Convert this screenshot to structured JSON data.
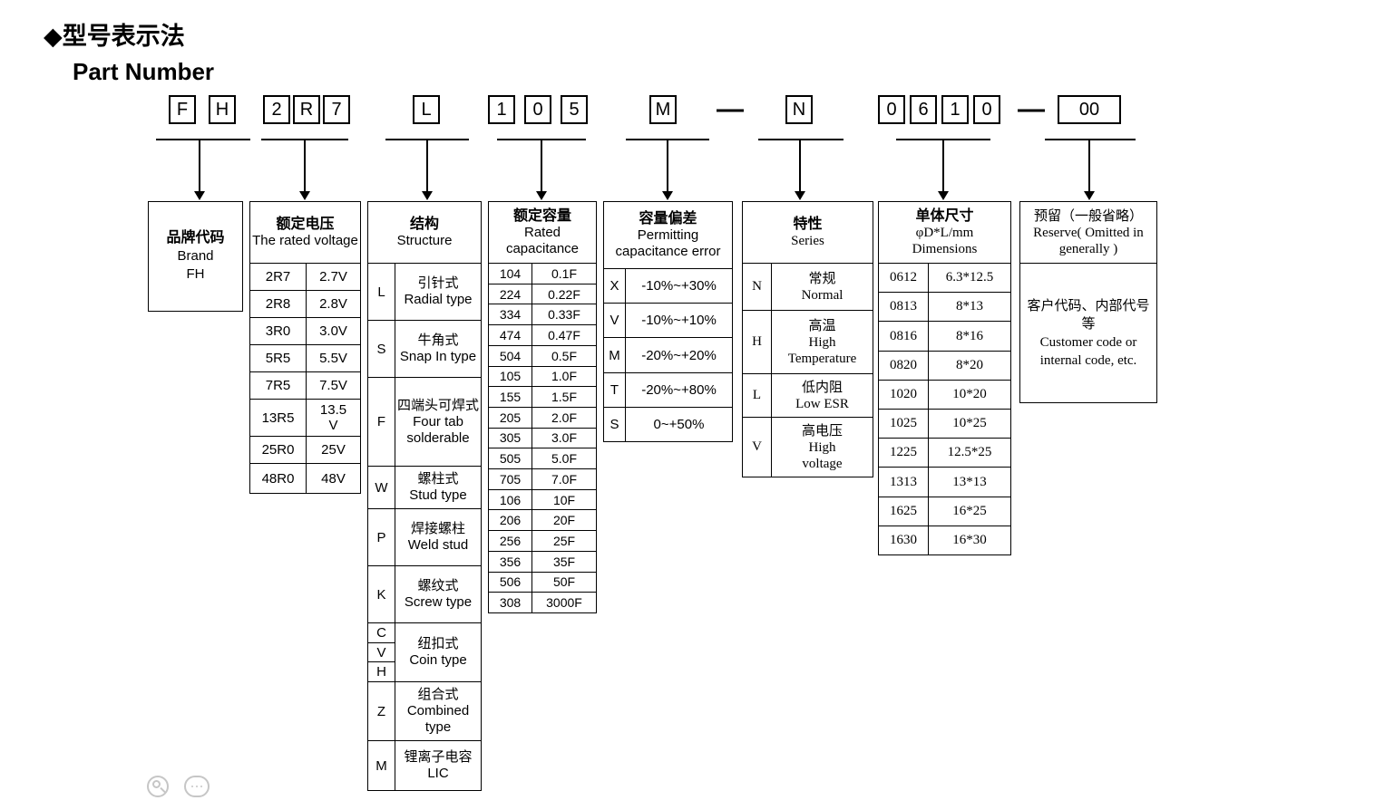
{
  "header": {
    "title": "◆型号表示法",
    "subtitle": "Part Number"
  },
  "part_number": {
    "separator": "—",
    "brand_chars": [
      "F",
      "H"
    ],
    "voltage_chars": [
      "2",
      "R",
      "7"
    ],
    "structure_chars": [
      "L"
    ],
    "capacitance_chars": [
      "1",
      "0",
      "5"
    ],
    "error_chars": [
      "M"
    ],
    "series_chars": [
      "N"
    ],
    "dimension_chars": [
      "0",
      "6",
      "1",
      "0"
    ],
    "reserve_chars": [
      "00"
    ]
  },
  "brand": {
    "title_cn": "品牌代码",
    "title_en": "Brand",
    "value": "FH"
  },
  "voltage": {
    "title_cn": "额定电压",
    "title_en": "The rated voltage",
    "rows": [
      {
        "code": "2R7",
        "value": "2.7V"
      },
      {
        "code": "2R8",
        "value": "2.8V"
      },
      {
        "code": "3R0",
        "value": "3.0V"
      },
      {
        "code": "5R5",
        "value": "5.5V"
      },
      {
        "code": "7R5",
        "value": "7.5V"
      },
      {
        "code": "13R5",
        "value": "13.5 V"
      },
      {
        "code": "25R0",
        "value": "25V"
      },
      {
        "code": "48R0",
        "value": "48V"
      }
    ]
  },
  "structure": {
    "title_cn": "结构",
    "title_en": "Structure",
    "rows": [
      {
        "code": "L",
        "cn": "引针式",
        "en": "Radial type"
      },
      {
        "code": "S",
        "cn": "牛角式",
        "en": "Snap In type"
      },
      {
        "code": "F",
        "cn": "四端头可焊式",
        "en": "Four tab solderable"
      },
      {
        "code": "W",
        "cn": "螺柱式",
        "en": "Stud type"
      },
      {
        "code": "P",
        "cn": "焊接螺柱",
        "en": "Weld stud"
      },
      {
        "code": "K",
        "cn": "螺纹式",
        "en": "Screw type"
      },
      {
        "codes": [
          "C",
          "V",
          "H"
        ],
        "cn": "纽扣式",
        "en": "Coin type"
      },
      {
        "code": "Z",
        "cn": "组合式",
        "en": "Combined type"
      },
      {
        "code": "M",
        "cn": "锂离子电容LIC",
        "en": ""
      }
    ]
  },
  "capacitance": {
    "title_cn": "额定容量",
    "title_en": "Rated capacitance",
    "rows": [
      {
        "code": "104",
        "value": "0.1F"
      },
      {
        "code": "224",
        "value": "0.22F"
      },
      {
        "code": "334",
        "value": "0.33F"
      },
      {
        "code": "474",
        "value": "0.47F"
      },
      {
        "code": "504",
        "value": "0.5F"
      },
      {
        "code": "105",
        "value": "1.0F"
      },
      {
        "code": "155",
        "value": "1.5F"
      },
      {
        "code": "205",
        "value": "2.0F"
      },
      {
        "code": "305",
        "value": "3.0F"
      },
      {
        "code": "505",
        "value": "5.0F"
      },
      {
        "code": "705",
        "value": "7.0F"
      },
      {
        "code": "106",
        "value": "10F"
      },
      {
        "code": "206",
        "value": "20F"
      },
      {
        "code": "256",
        "value": "25F"
      },
      {
        "code": "356",
        "value": "35F"
      },
      {
        "code": "506",
        "value": "50F"
      },
      {
        "code": "308",
        "value": "3000F"
      }
    ]
  },
  "error": {
    "title_cn": "容量偏差",
    "title_en": "Permitting capacitance error",
    "rows": [
      {
        "code": "X",
        "range": "-10%~+30%"
      },
      {
        "code": "V",
        "range": "-10%~+10%"
      },
      {
        "code": "M",
        "range": "-20%~+20%"
      },
      {
        "code": "T",
        "range": "-20%~+80%"
      },
      {
        "code": "S",
        "range": "0~+50%"
      }
    ]
  },
  "series": {
    "title_cn": "特性",
    "title_en": "Series",
    "rows": [
      {
        "code": "N",
        "cn": "常规",
        "en": "Normal"
      },
      {
        "code": "H",
        "cn": "高温",
        "en": "High Temperature"
      },
      {
        "code": "L",
        "cn": "低内阻",
        "en": "Low ESR"
      },
      {
        "code": "V",
        "cn": "高电压",
        "en": "High voltage"
      }
    ]
  },
  "dimensions": {
    "title_cn": "单体尺寸",
    "title_unit": "φD*L/mm",
    "title_en": "Dimensions",
    "rows": [
      {
        "code": "0612",
        "size": "6.3*12.5"
      },
      {
        "code": "0813",
        "size": "8*13"
      },
      {
        "code": "0816",
        "size": "8*16"
      },
      {
        "code": "0820",
        "size": "8*20"
      },
      {
        "code": "1020",
        "size": "10*20"
      },
      {
        "code": "1025",
        "size": "10*25"
      },
      {
        "code": "1225",
        "size": "12.5*25"
      },
      {
        "code": "1313",
        "size": "13*13"
      },
      {
        "code": "1625",
        "size": "16*25"
      },
      {
        "code": "1630",
        "size": "16*30"
      }
    ]
  },
  "reserve": {
    "title_cn": "预留（一般省略）",
    "title_en": "Reserve( Omitted in generally )",
    "body_cn": "客户代码、内部代号等",
    "body_en": "Customer code or internal code, etc."
  }
}
